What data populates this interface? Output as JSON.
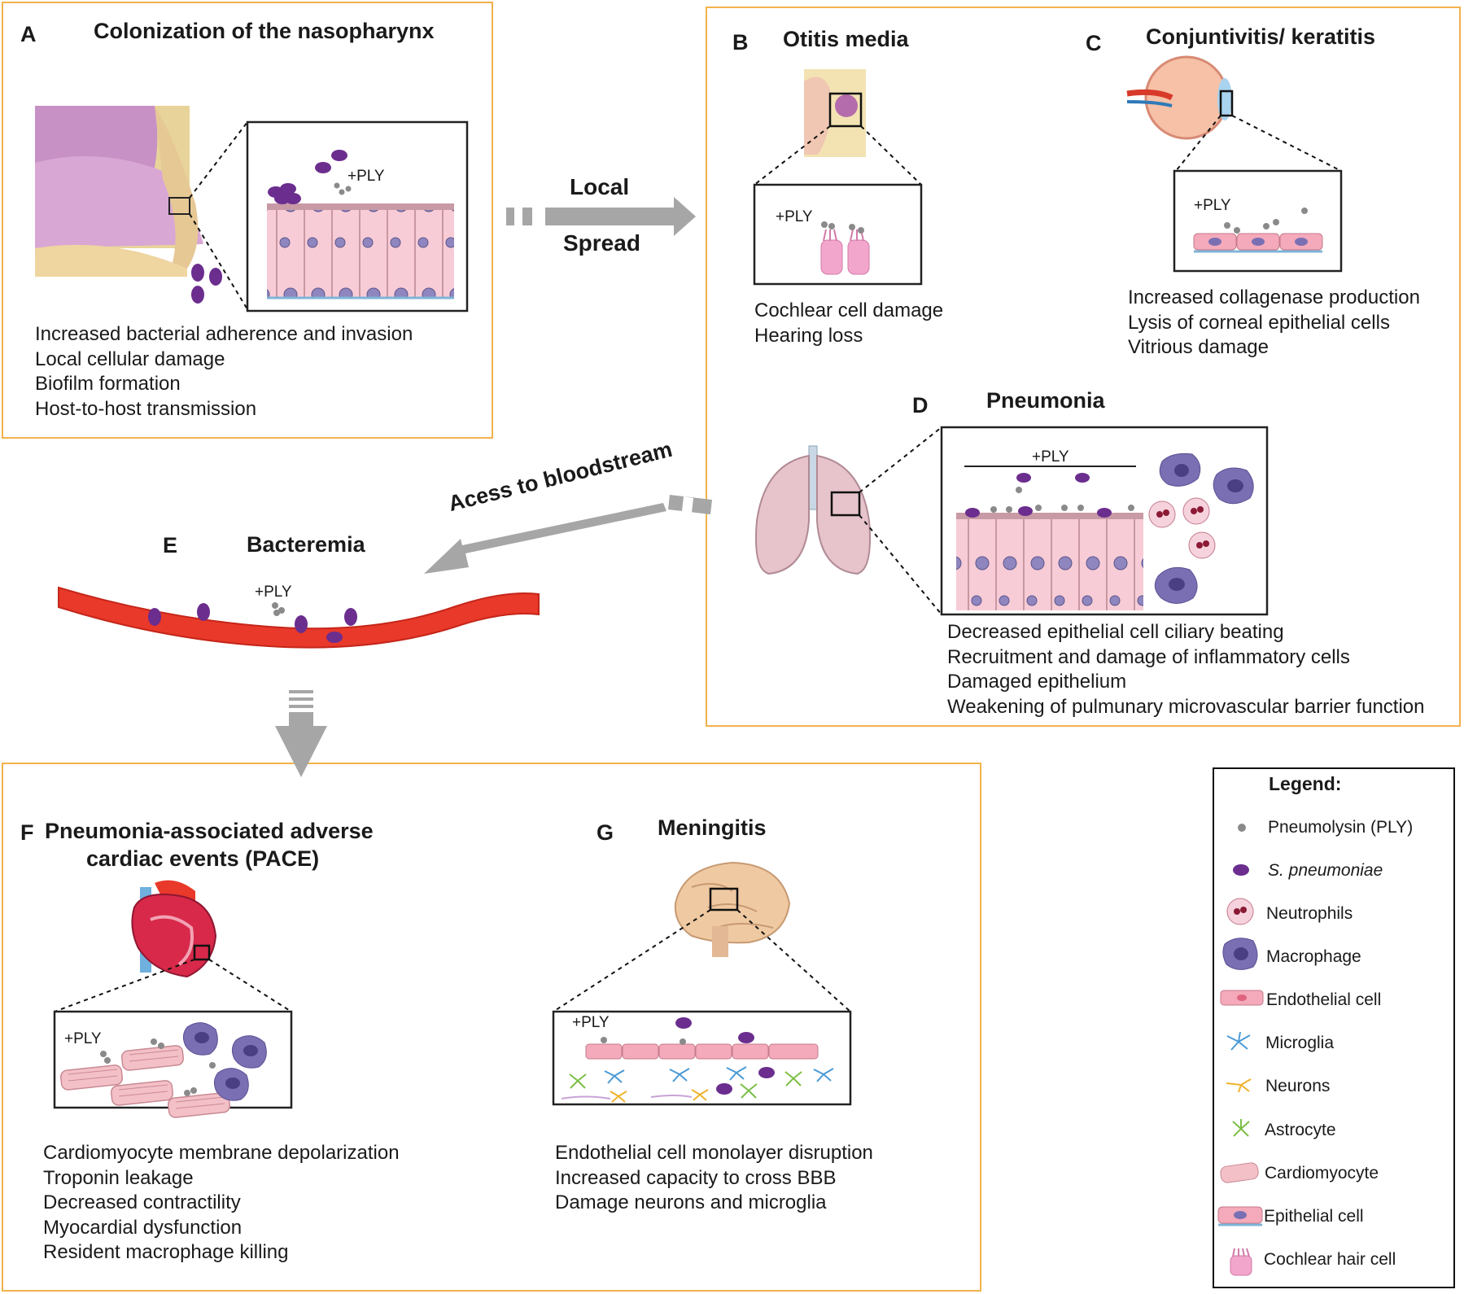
{
  "panels": {
    "a": {
      "letter": "A",
      "title": "Colonization of the nasopharynx",
      "ply": "+PLY",
      "effects": [
        "Increased bacterial adherence and invasion",
        "Local cellular damage",
        "Biofilm formation",
        "Host-to-host transmission"
      ]
    },
    "b": {
      "letter": "B",
      "title": "Otitis media",
      "ply": "+PLY",
      "effects": [
        "Cochlear cell damage",
        "Hearing loss"
      ]
    },
    "c": {
      "letter": "C",
      "title": "Conjuntivitis/ keratitis",
      "ply": "+PLY",
      "effects": [
        "Increased collagenase production",
        "Lysis of corneal epithelial cells",
        "Vitrious damage"
      ]
    },
    "d": {
      "letter": "D",
      "title": "Pneumonia",
      "ply": "+PLY",
      "effects": [
        "Decreased epithelial cell ciliary beating",
        "Recruitment and damage of inflammatory cells",
        "Damaged epithelium",
        "Weakening of pulmunary microvascular barrier function"
      ]
    },
    "e": {
      "letter": "E",
      "title": "Bacteremia",
      "ply": "+PLY"
    },
    "f": {
      "letter": "F",
      "title_line1": "Pneumonia-associated adverse",
      "title_line2": "cardiac events (PACE)",
      "ply": "+PLY",
      "effects": [
        "Cardiomyocyte membrane depolarization",
        "Troponin leakage",
        "Decreased contractility",
        "Myocardial dysfunction",
        "Resident macrophage killing"
      ]
    },
    "g": {
      "letter": "G",
      "title": "Meningitis",
      "ply": "+PLY",
      "effects": [
        "Endothelial cell monolayer disruption",
        "Increased capacity to cross BBB",
        "Damage neurons and microglia"
      ]
    }
  },
  "arrows": {
    "local_line1": "Local",
    "local_line2": "Spread",
    "bloodstream": "Acess to bloodstream"
  },
  "legend": {
    "title": "Legend:",
    "items": [
      {
        "label": "Pneumolysin (PLY)",
        "icon": "pneumolysin-icon"
      },
      {
        "label": "S. pneumoniae",
        "icon": "s-pneumoniae-icon"
      },
      {
        "label": "Neutrophils",
        "icon": "neutrophil-icon"
      },
      {
        "label": "Macrophage",
        "icon": "macrophage-icon"
      },
      {
        "label": "Endothelial cell",
        "icon": "endothelial-cell-icon"
      },
      {
        "label": "Microglia",
        "icon": "microglia-icon"
      },
      {
        "label": "Neurons",
        "icon": "neuron-icon"
      },
      {
        "label": "Astrocyte",
        "icon": "astrocyte-icon"
      },
      {
        "label": "Cardiomyocyte",
        "icon": "cardiomyocyte-icon"
      },
      {
        "label": "Epithelial cell",
        "icon": "epithelial-cell-icon"
      },
      {
        "label": "Cochlear hair cell",
        "icon": "cochlear-hair-cell-icon"
      }
    ]
  },
  "colors": {
    "panel_border": "#f2b24c",
    "bacteria": "#6b2d8e",
    "ply": "#8a8a8a",
    "arrow": "#a6a6a6",
    "epithelium": "#f4c6d2",
    "vessel": "#e8392a",
    "macrophage": "#7a6fb3"
  }
}
